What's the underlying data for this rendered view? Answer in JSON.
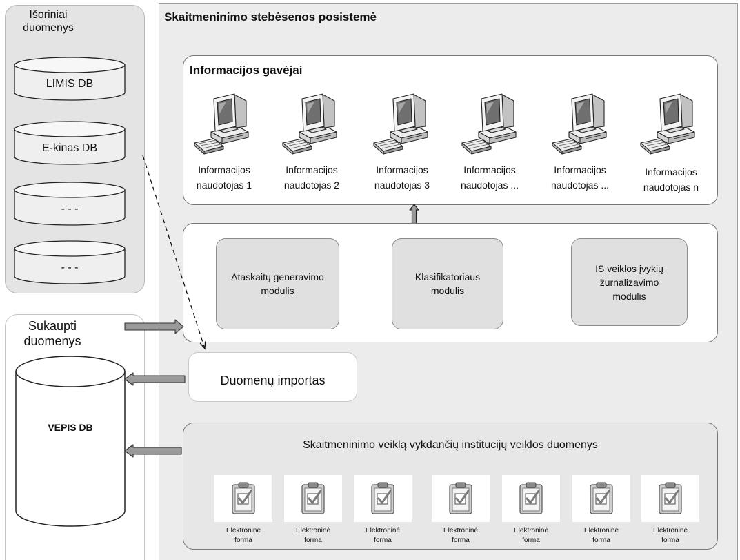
{
  "external_data": {
    "title_lines": [
      "Išoriniai",
      "duomenys"
    ],
    "databases": [
      "LIMIS DB",
      "E-kinas DB",
      "- - -",
      "- - -"
    ]
  },
  "accumulated_data": {
    "title_lines": [
      "Sukaupti",
      "duomenys"
    ],
    "database": "VEPIS DB"
  },
  "subsystem": {
    "title": "Skaitmeninimo stebėsenos posistemė",
    "receivers": {
      "title": "Informacijos gavėjai",
      "users": [
        {
          "lines": [
            "Informacijos",
            "naudotojas 1"
          ]
        },
        {
          "lines": [
            "Informacijos",
            "naudotojas 2"
          ]
        },
        {
          "lines": [
            "Informacijos",
            "naudotojas 3"
          ]
        },
        {
          "lines": [
            "Informacijos",
            "naudotojas ..."
          ]
        },
        {
          "lines": [
            "Informacijos",
            "naudotojas ..."
          ]
        },
        {
          "lines": [
            "Informacijos",
            "naudotojas n"
          ]
        }
      ]
    },
    "modules": [
      {
        "lines": [
          "Ataskaitų generavimo",
          "modulis"
        ]
      },
      {
        "lines": [
          "Klasifikatoriaus",
          "modulis"
        ]
      },
      {
        "lines": [
          "IS veiklos įvykių",
          "žurnalizavimo",
          "modulis"
        ]
      }
    ],
    "data_import": {
      "label": "Duomenų importas"
    },
    "activity_data": {
      "title": "Skaitmeninimo veiklą vykdančių institucijų veiklos duomenys",
      "forms": [
        {
          "lines": [
            "Elektroninė",
            "forma"
          ]
        },
        {
          "lines": [
            "Elektroninė",
            "forma"
          ]
        },
        {
          "lines": [
            "Elektroninė",
            "forma"
          ]
        },
        {
          "lines": [
            "Elektroninė",
            "forma"
          ]
        },
        {
          "lines": [
            "Elektroninė",
            "forma"
          ]
        },
        {
          "lines": [
            "Elektroninė",
            "forma"
          ]
        },
        {
          "lines": [
            "Elektroninė",
            "forma"
          ]
        }
      ]
    }
  },
  "icons": {
    "receiver": "computer-icon",
    "form": "clipboard-check-icon",
    "database": "database-icon",
    "flow_up": "arrow-up-icon",
    "flow_right": "arrow-right-icon",
    "flow_left": "arrow-left-icon"
  },
  "colors": {
    "external_panel": "#e4e4e4",
    "subsystem_panel": "#ececec",
    "module_fill": "#e0e0e0",
    "activity_fill": "#e7e7e7",
    "arrow_fill": "#9a9a9a"
  }
}
